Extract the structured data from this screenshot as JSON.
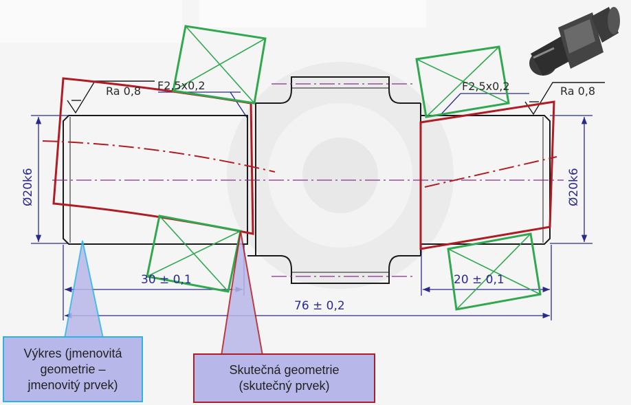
{
  "annotations": {
    "ra_left": "Ra 0,8",
    "chamfer_left": "F2,5x0,2",
    "chamfer_right": "F2,5x0,2",
    "ra_right": "Ra 0,8",
    "dia_left": "Ø20k6",
    "dia_right": "Ø20k6",
    "len_left": "30 ± 0,1",
    "len_right": "20 ± 0,1",
    "len_total": "76 ± 0,2"
  },
  "callouts": {
    "nominal": {
      "lines": [
        "Výkres (jmenovitá",
        "geometrie –",
        "jmenovitý prvek)"
      ],
      "border_color": "#2bb3e6"
    },
    "actual": {
      "lines": [
        "Skutečná geometrie",
        "(skutečný prvek)"
      ],
      "border_color": "#b01c23"
    }
  },
  "colors": {
    "drawing_line": "#1a1a1a",
    "dimension": "#2a2a8a",
    "center_line": "#8a2b8a",
    "actual_geometry": "#b01c23",
    "measurement_box": "#2fa84f",
    "callout_fill": "#b7b7ea"
  },
  "icons": {
    "thumbnail": "shaft-3d-icon"
  }
}
